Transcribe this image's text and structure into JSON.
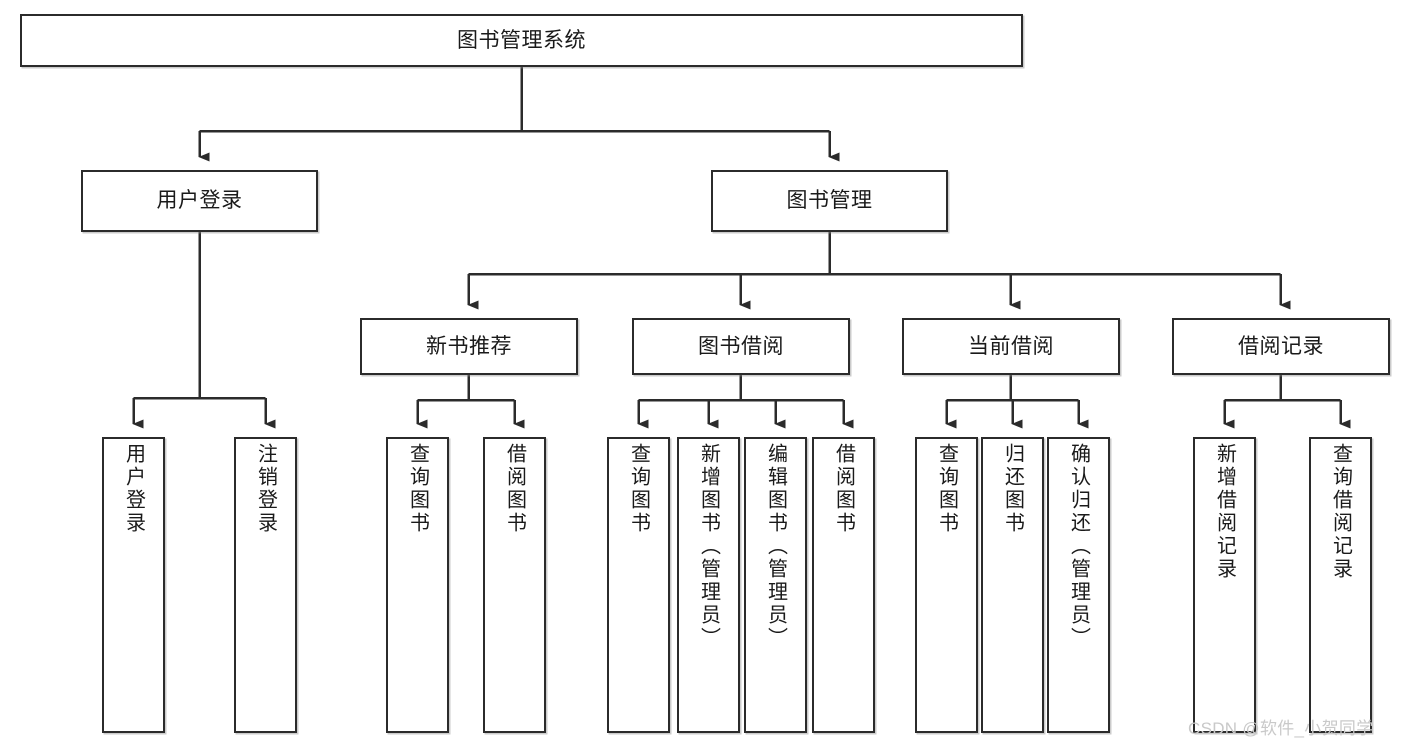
{
  "diagram": {
    "title_node": {
      "id": "root",
      "label": "图书管理系统"
    },
    "level2": [
      {
        "id": "user-login",
        "label": "用户登录"
      },
      {
        "id": "book-manage",
        "label": "图书管理"
      }
    ],
    "level3": [
      {
        "id": "new-book-rec",
        "label": "新书推荐"
      },
      {
        "id": "book-borrow",
        "label": "图书借阅"
      },
      {
        "id": "current-borrow",
        "label": "当前借阅"
      },
      {
        "id": "borrow-record",
        "label": "借阅记录"
      }
    ],
    "leaves": {
      "user_login": [
        {
          "id": "leaf-user-login",
          "label": "用户登录"
        },
        {
          "id": "leaf-logout-login",
          "label": "注销登录"
        }
      ],
      "new_book_rec": [
        {
          "id": "leaf-query-book-1",
          "label": "查询图书"
        },
        {
          "id": "leaf-borrow-book-1",
          "label": "借阅图书"
        }
      ],
      "book_borrow": [
        {
          "id": "leaf-query-book-2",
          "label": "查询图书"
        },
        {
          "id": "leaf-add-book",
          "label": "新增图书（管理员）"
        },
        {
          "id": "leaf-edit-book",
          "label": "编辑图书（管理员）"
        },
        {
          "id": "leaf-borrow-book-2",
          "label": "借阅图书"
        }
      ],
      "current_borrow": [
        {
          "id": "leaf-query-book-3",
          "label": "查询图书"
        },
        {
          "id": "leaf-return-book",
          "label": "归还图书"
        },
        {
          "id": "leaf-confirm-return",
          "label": "确认归还（管理员）"
        }
      ],
      "borrow_record": [
        {
          "id": "leaf-add-record",
          "label": "新增借阅记录"
        },
        {
          "id": "leaf-query-record",
          "label": "查询借阅记录"
        }
      ]
    }
  },
  "watermark": {
    "text": "CSDN @软件_小贺同学"
  },
  "colors": {
    "stroke": "#2b2b2b",
    "fill": "#ffffff",
    "text": "#1a1a1a",
    "watermark": "#c9c9c9"
  }
}
